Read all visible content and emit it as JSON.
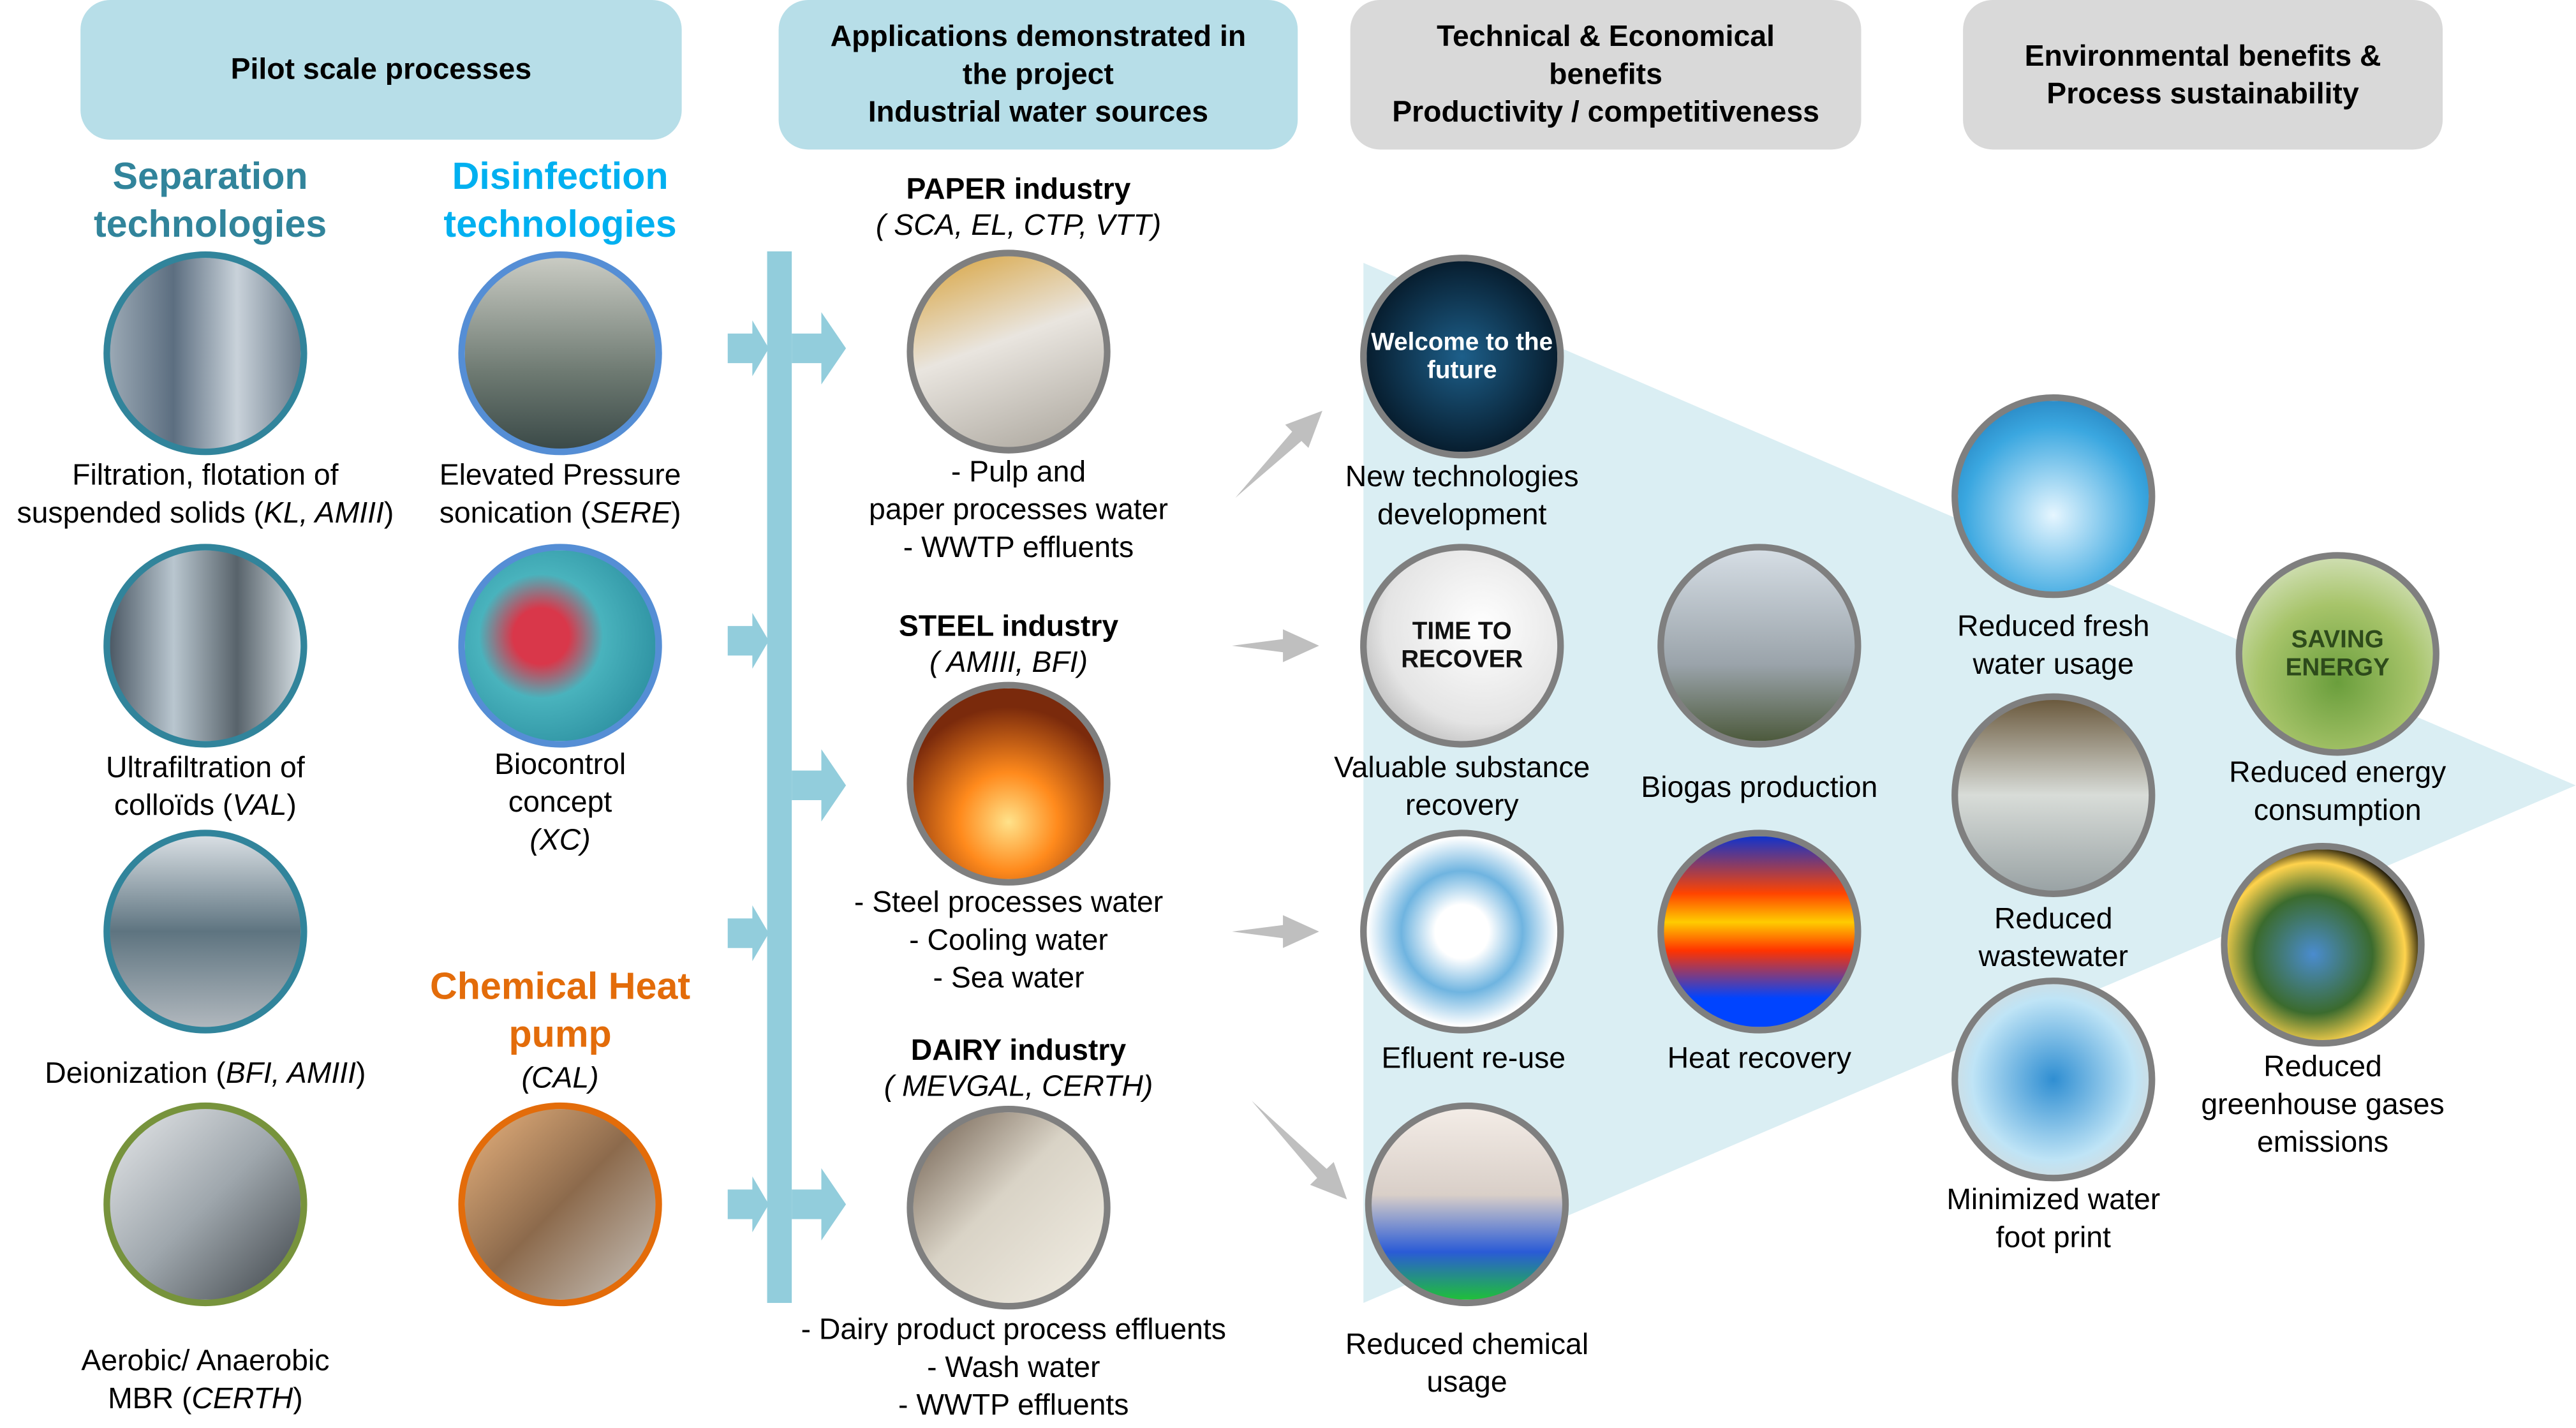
{
  "headers": [
    {
      "id": "pilot",
      "lines": [
        "Pilot scale processes"
      ],
      "color": "#b7dee8"
    },
    {
      "id": "applications",
      "lines": [
        "Applications demonstrated  in",
        "the project",
        "Industrial water sources"
      ],
      "color": "#b7dee8"
    },
    {
      "id": "technical",
      "lines": [
        "Technical & Economical",
        "benefits",
        "Productivity / competitiveness"
      ],
      "color": "#d9d9d9"
    },
    {
      "id": "environmental",
      "lines": [
        "Environmental benefits &",
        "Process sustainability"
      ],
      "color": "#d9d9d9"
    }
  ],
  "section_titles": [
    {
      "id": "separation",
      "lines": [
        "Separation",
        "technologies"
      ],
      "color": "#31849b"
    },
    {
      "id": "disinfection",
      "lines": [
        "Disinfection",
        "technologies"
      ],
      "color": "#00b0f0"
    },
    {
      "id": "chemical-heat-pump",
      "lines": [
        "Chemical Heat",
        "pump"
      ],
      "color": "#e36c0a"
    }
  ],
  "pilot_processes": [
    {
      "id": "filtration",
      "lines": [
        "Filtration, flotation of",
        "suspended solids (KL, AMIII)"
      ],
      "border": "#31849b"
    },
    {
      "id": "ultrafiltration",
      "lines": [
        "Ultrafiltration of",
        "colloïds (VAL)"
      ],
      "border": "#31849b"
    },
    {
      "id": "deionization",
      "lines": [
        "Deionization (BFI, AMIII)"
      ],
      "border": "#31849b"
    },
    {
      "id": "mbr",
      "lines": [
        "Aerobic/ Anaerobic",
        "MBR (CERTH)"
      ],
      "border": "#77933c"
    },
    {
      "id": "sonication",
      "lines": [
        "Elevated Pressure",
        "sonication (SERE)"
      ],
      "border": "#558ed5"
    },
    {
      "id": "biocontrol",
      "lines": [
        "Biocontrol",
        "concept",
        "(XC)"
      ],
      "border": "#558ed5"
    },
    {
      "id": "cal",
      "lines": [
        "(CAL)"
      ],
      "border": "#e36c0a"
    }
  ],
  "industries": [
    {
      "id": "paper",
      "name": "PAPER industry",
      "partners": "( SCA, EL, CTP, VTT)",
      "sources": [
        "- Pulp and",
        "paper processes water",
        "- WWTP effluents"
      ]
    },
    {
      "id": "steel",
      "name": "STEEL industry",
      "partners": "( AMIII, BFI)",
      "sources": [
        "- Steel processes water",
        "- Cooling water",
        "- Sea water"
      ]
    },
    {
      "id": "dairy",
      "name": "DAIRY industry",
      "partners": "( MEVGAL, CERTH)",
      "sources": [
        "- Dairy product process effluents",
        "- Wash water",
        "- WWTP effluents"
      ]
    }
  ],
  "benefits": [
    {
      "id": "new-tech",
      "lines": [
        "New technologies",
        "development"
      ],
      "image_text": "Welcome to the future"
    },
    {
      "id": "substance-recovery",
      "lines": [
        "Valuable substance",
        "recovery"
      ],
      "image_text": "TIME TO RECOVER"
    },
    {
      "id": "effluent-reuse",
      "lines": [
        "Efluent re-use"
      ]
    },
    {
      "id": "chemical-usage",
      "lines": [
        "Reduced chemical",
        "usage"
      ]
    },
    {
      "id": "biogas",
      "lines": [
        "Biogas production"
      ]
    },
    {
      "id": "heat-recovery",
      "lines": [
        "Heat recovery"
      ]
    },
    {
      "id": "fresh-water",
      "lines": [
        "Reduced fresh",
        "water usage"
      ]
    },
    {
      "id": "wastewater",
      "lines": [
        "Reduced",
        "wastewater"
      ]
    },
    {
      "id": "footprint",
      "lines": [
        "Minimized water",
        "foot print"
      ]
    },
    {
      "id": "energy",
      "lines": [
        "Reduced energy",
        "consumption"
      ],
      "image_text": "SAVING ENERGY"
    },
    {
      "id": "ghg",
      "lines": [
        "Reduced",
        "greenhouse gases",
        "emissions"
      ]
    }
  ],
  "colors": {
    "flow_bar": "#92cddc",
    "triangle": "#daeef3",
    "gray_arrow": "#bfbfbf",
    "circle_border": "#7f7f7f"
  }
}
